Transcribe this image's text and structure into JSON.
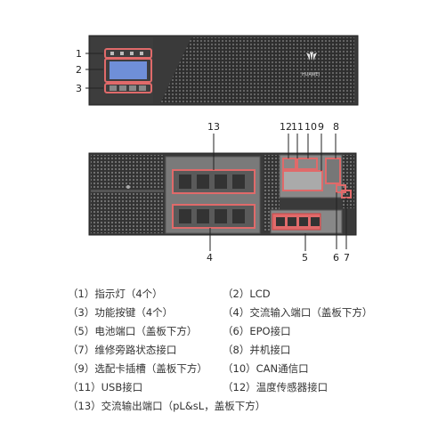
{
  "brand": "HUAWEI",
  "front_callouts": [
    "1",
    "2",
    "3"
  ],
  "rear_callouts": {
    "top": [
      "12",
      "11",
      "10",
      "9",
      "8"
    ],
    "label13": "13",
    "label4": "4",
    "label5": "5",
    "label6": "6",
    "label7": "7"
  },
  "legend": [
    [
      "（1）指示灯（4个）",
      "（2）LCD"
    ],
    [
      "（3）功能按键（4个）",
      "（4）交流输入端口（盖板下方）"
    ],
    [
      "（5）电池端口（盖板下方）",
      "（6）EPO接口"
    ],
    [
      "（7）维修旁路状态接口",
      "（8）并机接口"
    ],
    [
      "（9）选配卡插槽（盖板下方）",
      "（10）CAN通信口"
    ],
    [
      "（11）USB接口",
      "（12）温度传感器接口"
    ],
    [
      "（13）交流输出端口（pL&sL，盖板下方）",
      ""
    ]
  ],
  "colors": {
    "highlight": "#e06a6a",
    "chassis": "#3a3a3a",
    "lcd": "#6f8fd8"
  }
}
